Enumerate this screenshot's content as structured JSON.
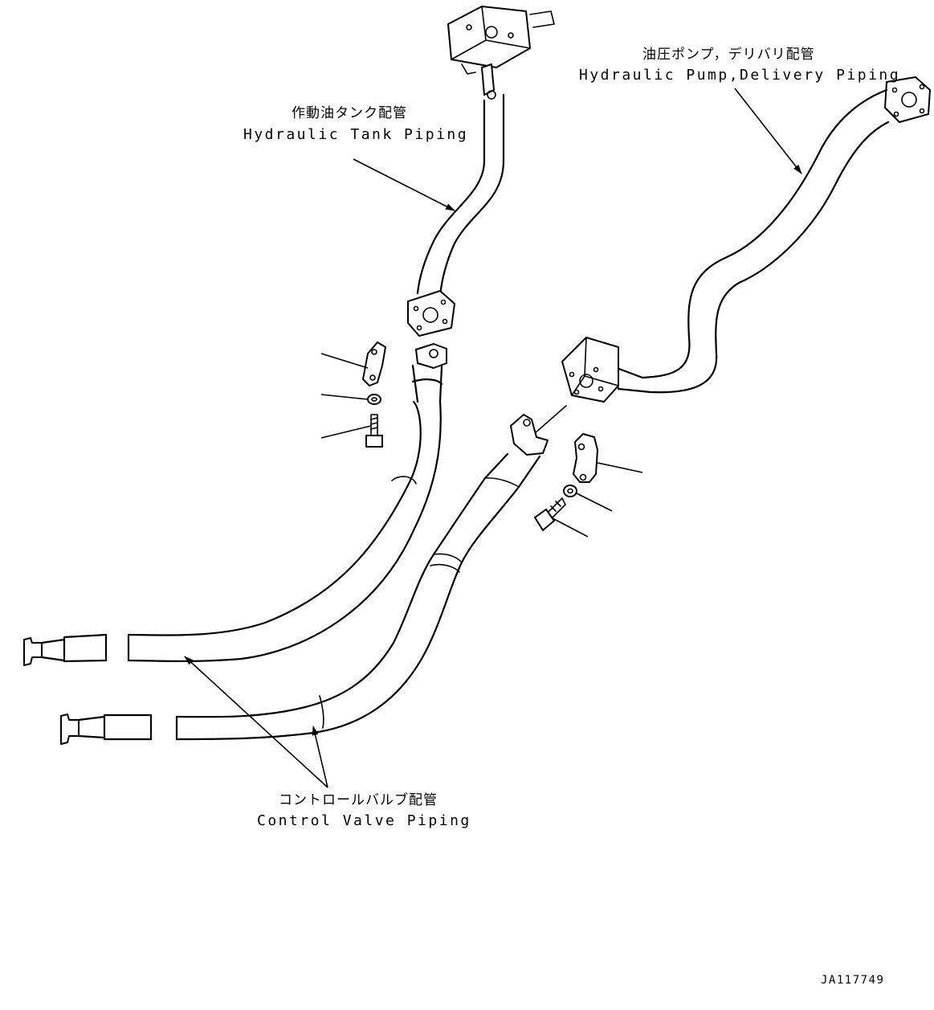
{
  "labels": {
    "tank_jp": "作動油タンク配管",
    "tank_en": "Hydraulic Tank Piping",
    "pump_jp": "油圧ポンプ，デリバリ配管",
    "pump_en": "Hydraulic Pump,Delivery Piping",
    "control_jp": "コントロールバルブ配管",
    "control_en": "Control Valve Piping",
    "drawing_code": "JA117749"
  }
}
